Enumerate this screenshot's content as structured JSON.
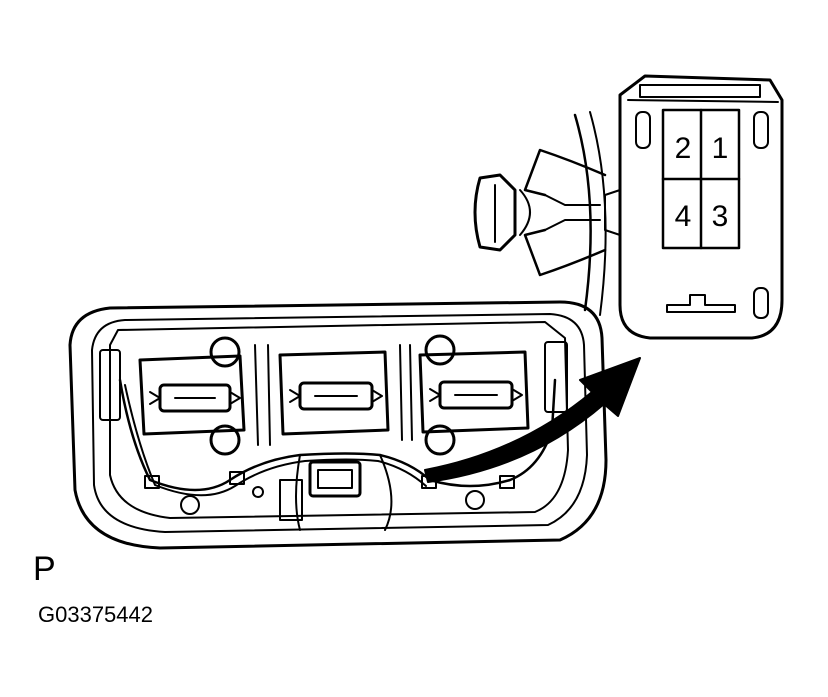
{
  "figure": {
    "part_label": "P",
    "figure_code": "G03375442"
  },
  "connector": {
    "pins": [
      "2",
      "1",
      "4",
      "3"
    ]
  },
  "colors": {
    "line": "#000000",
    "background": "#ffffff"
  }
}
